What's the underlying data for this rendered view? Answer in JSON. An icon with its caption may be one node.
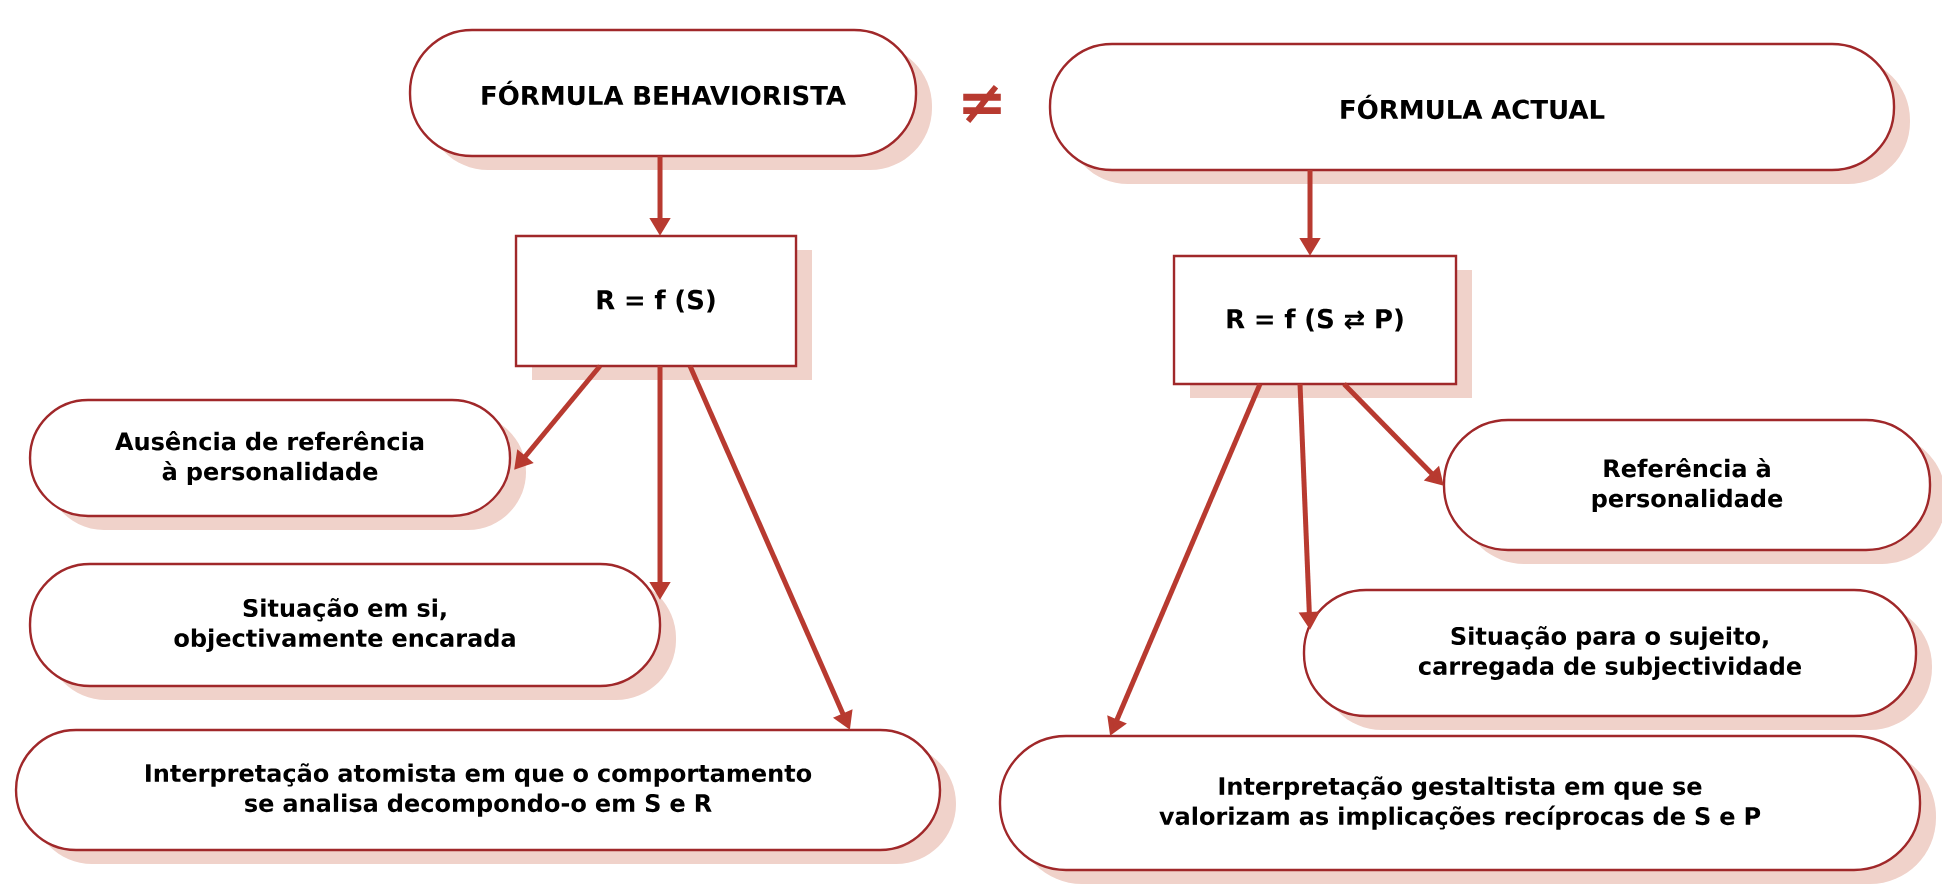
{
  "diagram": {
    "nodes": [
      {
        "text": [
          "FÓRMULA BEHAVIORISTA"
        ]
      },
      {
        "text": [
          "FÓRMULA ACTUAL"
        ]
      },
      {
        "text": [
          "R = f (S)"
        ]
      },
      {
        "text": [
          "R = f (S ⇄ P)"
        ]
      },
      {
        "text": [
          "Ausência de referência à personalidade"
        ]
      },
      {
        "text": [
          "Situação em si, objectivamente encarada"
        ]
      },
      {
        "text": [
          "Interpretação atomista em que o comportamento se analisa decompondo-o em S e R"
        ]
      },
      {
        "text": [
          "Referência à personalidade"
        ]
      },
      {
        "text": [
          "Situação para o sujeito, carregada de subjectividade"
        ]
      },
      {
        "text": [
          "Interpretação gestaltista em que se valorizam as implicações recíprocas de S e P"
        ]
      }
    ],
    "edges": [
      {
        "from": 0,
        "to": 2,
        "arrow": "to"
      },
      {
        "from": 1,
        "to": 3,
        "arrow": "to"
      },
      {
        "from": 2,
        "to": 4,
        "arrow": "to"
      },
      {
        "from": 2,
        "to": 5,
        "arrow": "to"
      },
      {
        "from": 2,
        "to": 6,
        "arrow": "to"
      },
      {
        "from": 3,
        "to": 9,
        "arrow": "to"
      },
      {
        "from": 3,
        "to": 8,
        "arrow": "to"
      },
      {
        "from": 3,
        "to": 7,
        "arrow": "to"
      }
    ],
    "labels": [
      "≠"
    ]
  }
}
